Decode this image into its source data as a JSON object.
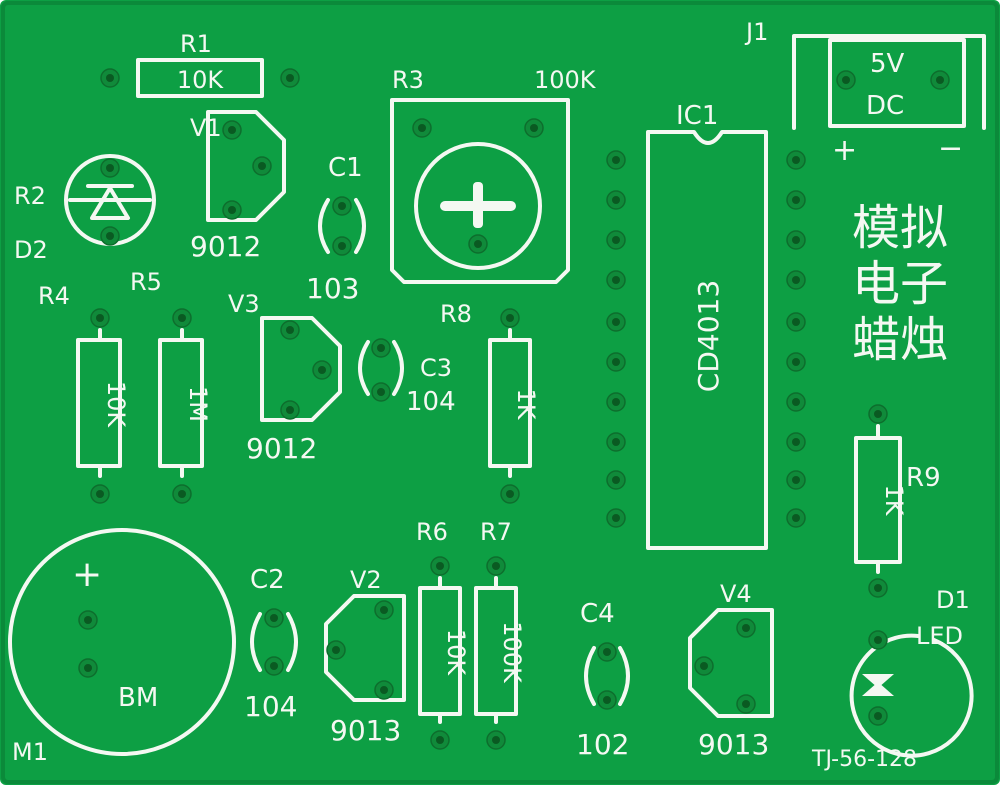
{
  "board": {
    "board_color": "#0d9f44",
    "silkscreen_color": "#f4f8f2",
    "pad_color": "#108a3a",
    "marking": "TJ-56-128",
    "title_cn": [
      "模拟",
      "电子",
      "蜡烛"
    ]
  },
  "components": {
    "r1": {
      "ref": "R1",
      "value": "10K"
    },
    "r2": {
      "ref": "R2"
    },
    "d2": {
      "ref": "D2"
    },
    "v1": {
      "ref": "V1",
      "value": "9012"
    },
    "c1": {
      "ref": "C1",
      "value": "103"
    },
    "r3": {
      "ref": "R3",
      "value": "100K"
    },
    "ic1": {
      "ref": "IC1",
      "value": "CD4013"
    },
    "j1": {
      "ref": "J1",
      "line1": "5V",
      "line2": "DC",
      "plus": "+",
      "minus": "−"
    },
    "r4": {
      "ref": "R4",
      "value": "10K"
    },
    "r5": {
      "ref": "R5",
      "value": "1M"
    },
    "v3": {
      "ref": "V3",
      "value": "9012"
    },
    "r8": {
      "ref": "R8",
      "value": "1K"
    },
    "c3": {
      "ref": "C3",
      "value": "104"
    },
    "r9": {
      "ref": "R9",
      "value": "1K"
    },
    "m1": {
      "ref": "M1",
      "value": "BM",
      "plus": "+"
    },
    "c2": {
      "ref": "C2",
      "value": "104"
    },
    "v2": {
      "ref": "V2",
      "value": "9013"
    },
    "r6": {
      "ref": "R6",
      "value": "10K"
    },
    "r7": {
      "ref": "R7",
      "value": "100K"
    },
    "c4": {
      "ref": "C4",
      "value": "102"
    },
    "v4": {
      "ref": "V4",
      "value": "9013"
    },
    "d1": {
      "ref": "D1",
      "value": "LED"
    }
  }
}
